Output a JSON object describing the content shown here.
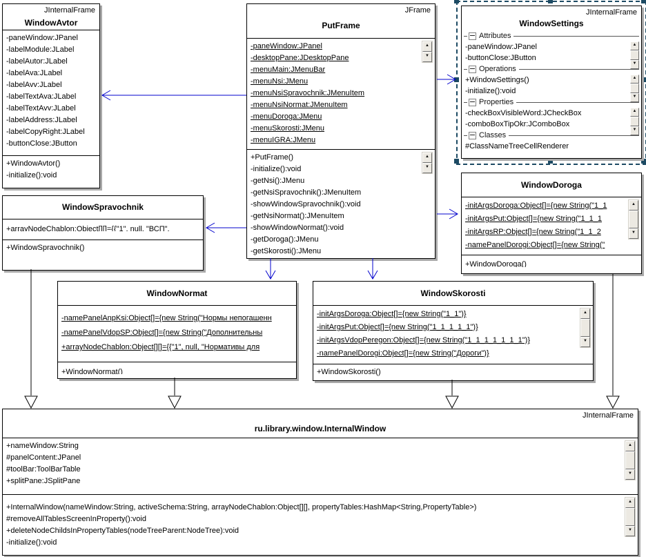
{
  "colors": {
    "arrow_blue": "#0000cc",
    "selection": "#1c4a63",
    "shadow": "#a9a9a9",
    "border": "#000000"
  },
  "diagram": {
    "windowAvtor": {
      "stereotype": "JInternalFrame",
      "name": "WindowAvtor",
      "attributes": [
        "-paneWindow:JPanel",
        "-labelModule:JLabel",
        "-labelAutor:JLabel",
        "-labelAva:JLabel",
        "-labelAvv:JLabel",
        "-labelTextAva:JLabel",
        "-labelTextAvv:JLabel",
        "-labelAddress:JLabel",
        "-labelCopyRight:JLabel",
        "-buttonClose:JButton"
      ],
      "operations": [
        "+WindowAvtor()",
        "-initialize():void"
      ]
    },
    "putFrame": {
      "stereotype": "JFrame",
      "name": "PutFrame",
      "attributes": [
        "-paneWindow:JPanel",
        "-desktopPane:JDesktopPane",
        "-menuMain:JMenuBar",
        "-menuNsi:JMenu",
        "-menuNsiSpravochnik:JMenuItem",
        "-menuNsiNormat:JMenuItem",
        "-menuDoroga:JMenu",
        "-menuSkorosti:JMenu",
        "-menuIGRA:JMenu"
      ],
      "operations": [
        "+PutFrame()",
        "-initialize():void",
        "-getNsi():JMenu",
        "-getNsiSpravochnik():JMenuItem",
        "-showWindowSpravochnik():void",
        "-getNsiNormat():JMenuItem",
        "-showWindowNormat():void",
        "-getDoroga():JMenu",
        "-getSkorosti():JMenu"
      ]
    },
    "windowSettings": {
      "stereotype": "JInternalFrame",
      "name": "WindowSettings",
      "sec_attributes_label": "Attributes",
      "sec_attributes": [
        "-paneWindow:JPanel",
        "-buttonClose:JButton"
      ],
      "sec_operations_label": "Operations",
      "sec_operations": [
        "+WindowSettings()",
        "-initialize():void"
      ],
      "sec_properties_label": "Properties",
      "sec_properties": [
        "-checkBoxVisibleWord:JCheckBox",
        "-comboBoxTipOkr:JComboBox"
      ],
      "sec_classes_label": "Classes",
      "sec_classes": [
        "#ClassNameTreeCellRenderer"
      ]
    },
    "windowSpravochnik": {
      "name": "WindowSpravochnik",
      "attributes": [
        "+arrayNodeChablon:Object[][]={{\"1\", null, \"ВСП\","
      ],
      "operations": [
        "+WindowSpravochnik()"
      ]
    },
    "windowDoroga": {
      "name": "WindowDoroga",
      "attributes": [
        "-initArgsDoroga:Object[]={new String(\"1_1",
        "-initArgsPut:Object[]={new String(\"1_1_1",
        "-initArgsRP:Object[]={new String(\"1_1_2",
        "-namePanelDorogi:Object[]={new String(\""
      ],
      "operations": [
        "+WindowDoroga()"
      ]
    },
    "windowNormat": {
      "name": "WindowNormat",
      "attributes": [
        "-namePanelAnpKsi:Object[]={new String(\"Нормы непогашенн",
        "-namePanelVdopSP:Object[]={new String(\"Дополнительны",
        "+arrayNodeChablon:Object[][]={{\"1\", null, \"Нормативы для"
      ],
      "operations": [
        "+WindowNormat()"
      ]
    },
    "windowSkorosti": {
      "name": "WindowSkorosti",
      "attributes": [
        "-initArgsDoroga:Object[]={new String(\"1_1\")}",
        "-initArgsPut:Object[]={new String(\"1_1_1_1_1\")}",
        "-initArgsVdopPeregon:Object[]={new String(\"1_1_1_1_1_1_1\")}",
        "-namePanelDorogi:Object[]={new String(\"Дороги\")}"
      ],
      "operations": [
        "+WindowSkorosti()"
      ]
    },
    "internalWindow": {
      "stereotype": "JInternalFrame",
      "name": "ru.library.window.InternalWindow",
      "attributes": [
        "+nameWindow:String",
        "#panelContent:JPanel",
        "#toolBar:ToolBarTable",
        "+splitPane:JSplitPane"
      ],
      "operations": [
        "+InternalWindow(nameWindow:String, activeSchema:String, arrayNodeChablon:Object[][], propertyTables:HashMap<String,PropertyTable>)",
        "#removeAllTablesScreenInProperty():void",
        "+deleteNodeChildsInPropertyTables(nodeTreeParent:NodeTree):void",
        "-initialize():void"
      ]
    },
    "scroll": {
      "up": "▲",
      "down": "▼"
    }
  }
}
